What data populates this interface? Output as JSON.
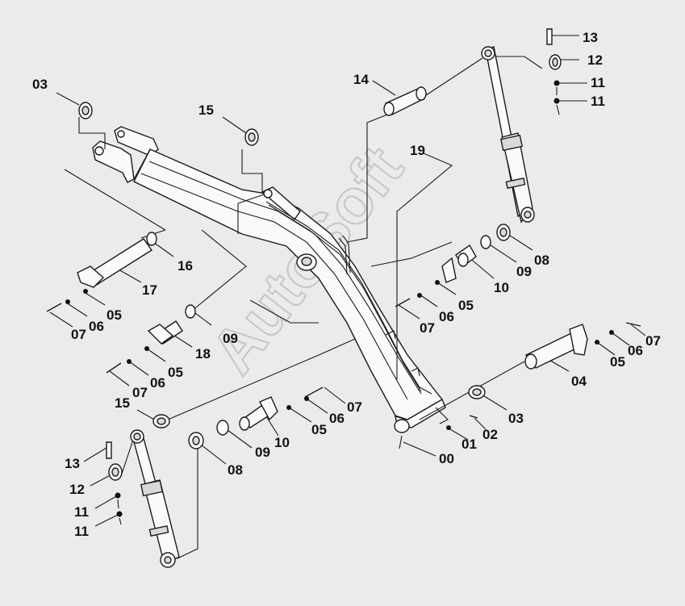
{
  "watermark": "AutoSoft",
  "callouts": [
    {
      "id": "c03a",
      "text": "03"
    },
    {
      "id": "c15a",
      "text": "15"
    },
    {
      "id": "c14",
      "text": "14"
    },
    {
      "id": "c13a",
      "text": "13"
    },
    {
      "id": "c12a",
      "text": "12"
    },
    {
      "id": "c11a",
      "text": "11"
    },
    {
      "id": "c11b",
      "text": "11"
    },
    {
      "id": "c19",
      "text": "19"
    },
    {
      "id": "c16",
      "text": "16"
    },
    {
      "id": "c17",
      "text": "17"
    },
    {
      "id": "c05a",
      "text": "05"
    },
    {
      "id": "c06a",
      "text": "06"
    },
    {
      "id": "c07a",
      "text": "07"
    },
    {
      "id": "c08a",
      "text": "08"
    },
    {
      "id": "c09a",
      "text": "09"
    },
    {
      "id": "c10a",
      "text": "10"
    },
    {
      "id": "c05b",
      "text": "05"
    },
    {
      "id": "c06b",
      "text": "06"
    },
    {
      "id": "c07b",
      "text": "07"
    },
    {
      "id": "c09b",
      "text": "09"
    },
    {
      "id": "c18",
      "text": "18"
    },
    {
      "id": "c05c",
      "text": "05"
    },
    {
      "id": "c06c",
      "text": "06"
    },
    {
      "id": "c07c",
      "text": "07"
    },
    {
      "id": "c04",
      "text": "04"
    },
    {
      "id": "c05d",
      "text": "05"
    },
    {
      "id": "c06d",
      "text": "06"
    },
    {
      "id": "c07d",
      "text": "07"
    },
    {
      "id": "c03b",
      "text": "03"
    },
    {
      "id": "c02",
      "text": "02"
    },
    {
      "id": "c01",
      "text": "01"
    },
    {
      "id": "c00",
      "text": "00"
    },
    {
      "id": "c15b",
      "text": "15"
    },
    {
      "id": "c07e",
      "text": "07"
    },
    {
      "id": "c06e",
      "text": "06"
    },
    {
      "id": "c05e",
      "text": "05"
    },
    {
      "id": "c10b",
      "text": "10"
    },
    {
      "id": "c09c",
      "text": "09"
    },
    {
      "id": "c08b",
      "text": "08"
    },
    {
      "id": "c13b",
      "text": "13"
    },
    {
      "id": "c12b",
      "text": "12"
    },
    {
      "id": "c11c",
      "text": "11"
    },
    {
      "id": "c11d",
      "text": "11"
    }
  ]
}
